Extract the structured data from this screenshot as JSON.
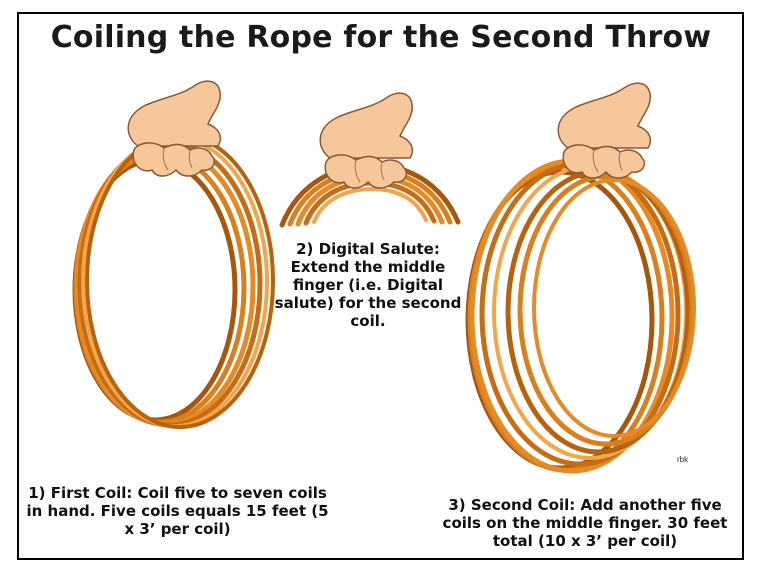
{
  "title": "Coiling the Rope for the Second Throw",
  "colors": {
    "rope_dark": "#a8560a",
    "rope_mid": "#d97f1c",
    "rope_light": "#f2a54a",
    "skin": "#f5c79a",
    "skin_shadow": "#d89a6a",
    "border": "#000000"
  },
  "steps": [
    {
      "label": "1) First Coil:",
      "text": "Coil five to seven coils in hand. Five coils equals 15 feet (5 x 3’ per coil)"
    },
    {
      "label": "2) Digital Salute:",
      "text": "Extend the middle finger (i.e. Digital salute) for the second coil."
    },
    {
      "label": "3) Second Coil:",
      "text": "Add another five coils on the middle finger. 30 feet total (10 x 3’ per coil)"
    }
  ],
  "credit": "rbk"
}
